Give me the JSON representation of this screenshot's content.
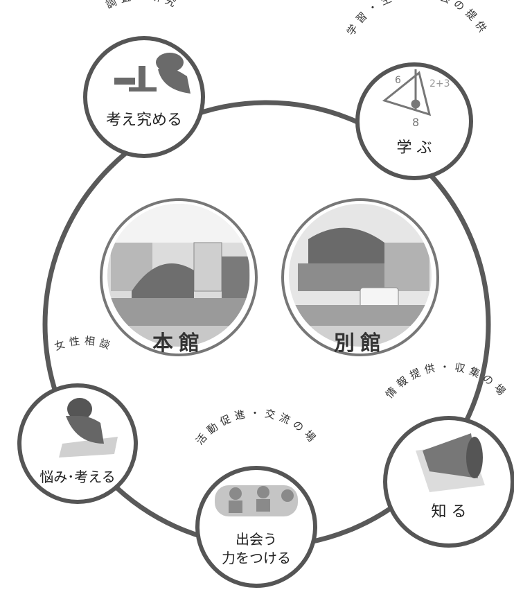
{
  "ring_color": "#595959",
  "buildings": [
    {
      "key": "honkan",
      "label": "本館"
    },
    {
      "key": "bekkan",
      "label": "別館"
    }
  ],
  "nodes": [
    {
      "key": "research",
      "label_lines": [
        "考え究める"
      ],
      "arc_text": "調査・研究",
      "icon": "microscope-icon"
    },
    {
      "key": "learn",
      "label_lines": [
        "学 ぶ"
      ],
      "arc_text": "学習・生涯の機会の提供",
      "icon": "math-tools-icon"
    },
    {
      "key": "know",
      "label_lines": [
        "知 る"
      ],
      "arc_text": "情報提供・収集の場",
      "icon": "megaphone-icon"
    },
    {
      "key": "meet",
      "label_lines": [
        "出会う",
        "力をつける"
      ],
      "arc_text": "活動促進・交流の場",
      "icon": "meeting-people-icon"
    },
    {
      "key": "worry",
      "label_lines": [
        "悩み･考える"
      ],
      "arc_text": "女性相談",
      "icon": "thinking-person-icon"
    }
  ]
}
